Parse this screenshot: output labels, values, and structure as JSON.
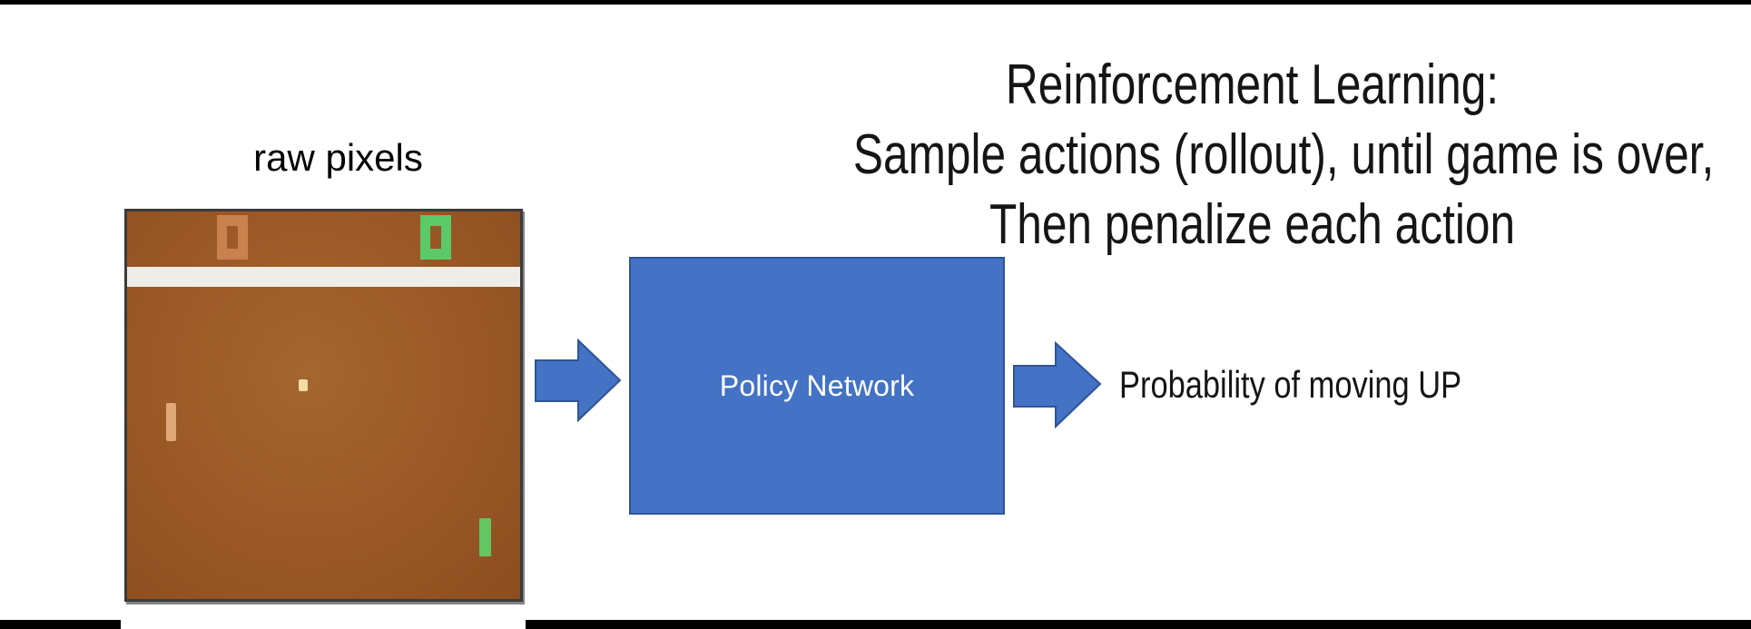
{
  "title": {
    "line1": "Reinforcement Learning:",
    "line2": "Sample actions (rollout), until game is over,",
    "line3": "Then penalize each action"
  },
  "pong": {
    "label": "raw pixels",
    "left_score": "0",
    "right_score": "0"
  },
  "policy_network": {
    "label": "Policy Network"
  },
  "output": {
    "label": "Probability of moving UP"
  },
  "colors": {
    "accent_blue": "#4472C4",
    "blue_border": "#2F5496",
    "pong_brown": "#9A5826",
    "pong_stripe": "#EFEDE8",
    "score_left": "#C9814F",
    "score_right": "#5CC968",
    "paddle_left": "#DFA877",
    "paddle_right": "#63C663",
    "ball": "#F2DCA6",
    "ink": "#151515"
  }
}
